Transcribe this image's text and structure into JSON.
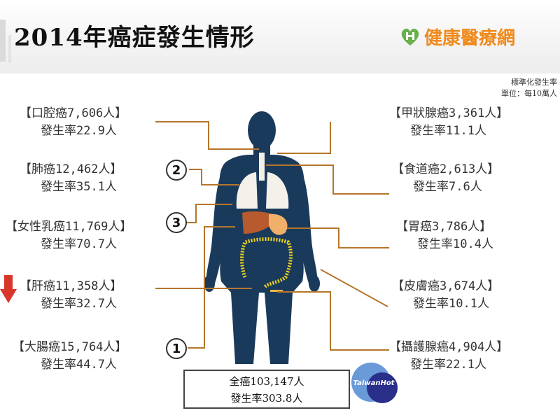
{
  "header": {
    "title": "2014年癌症發生情形",
    "logo_text": "健康醫療網"
  },
  "unit_note": {
    "line1": "標準化發生率",
    "line2": "單位：每10萬人"
  },
  "left_labels": [
    {
      "name": "【口腔癌7,606人】",
      "rate": "發生率22.9人"
    },
    {
      "name": "【肺癌12,462人】",
      "rate": "發生率35.1人"
    },
    {
      "name": "【女性乳癌11,769人】",
      "rate": "發生率70.7人"
    },
    {
      "name": "【肝癌11,358人】",
      "rate": "發生率32.7人"
    },
    {
      "name": "【大腸癌15,764人】",
      "rate": "發生率44.7人"
    }
  ],
  "right_labels": [
    {
      "name": "【甲狀腺癌3,361人】",
      "rate": "發生率11.1人"
    },
    {
      "name": "【食道癌2,613人】",
      "rate": "發生率7.6人"
    },
    {
      "name": "【胃癌3,786人】",
      "rate": "發生率10.4人"
    },
    {
      "name": "【皮膚癌3,674人】",
      "rate": "發生率10.1人"
    },
    {
      "name": "【攝護腺癌4,904人】",
      "rate": "發生率22.1人"
    }
  ],
  "badges": [
    "2",
    "3",
    "1"
  ],
  "total": {
    "line1": "全癌103,147人",
    "line2": "發生率303.8人"
  },
  "watermark_text": "TaiwanHot",
  "colors": {
    "body": "#1a3a5c",
    "connector": "#b5762a",
    "logo": "#f08a1c",
    "logo_green": "#6ab04c",
    "arrow": "#d9362b",
    "watermark_light": "#6a9ad8",
    "watermark_dark": "#2a2f8a"
  }
}
